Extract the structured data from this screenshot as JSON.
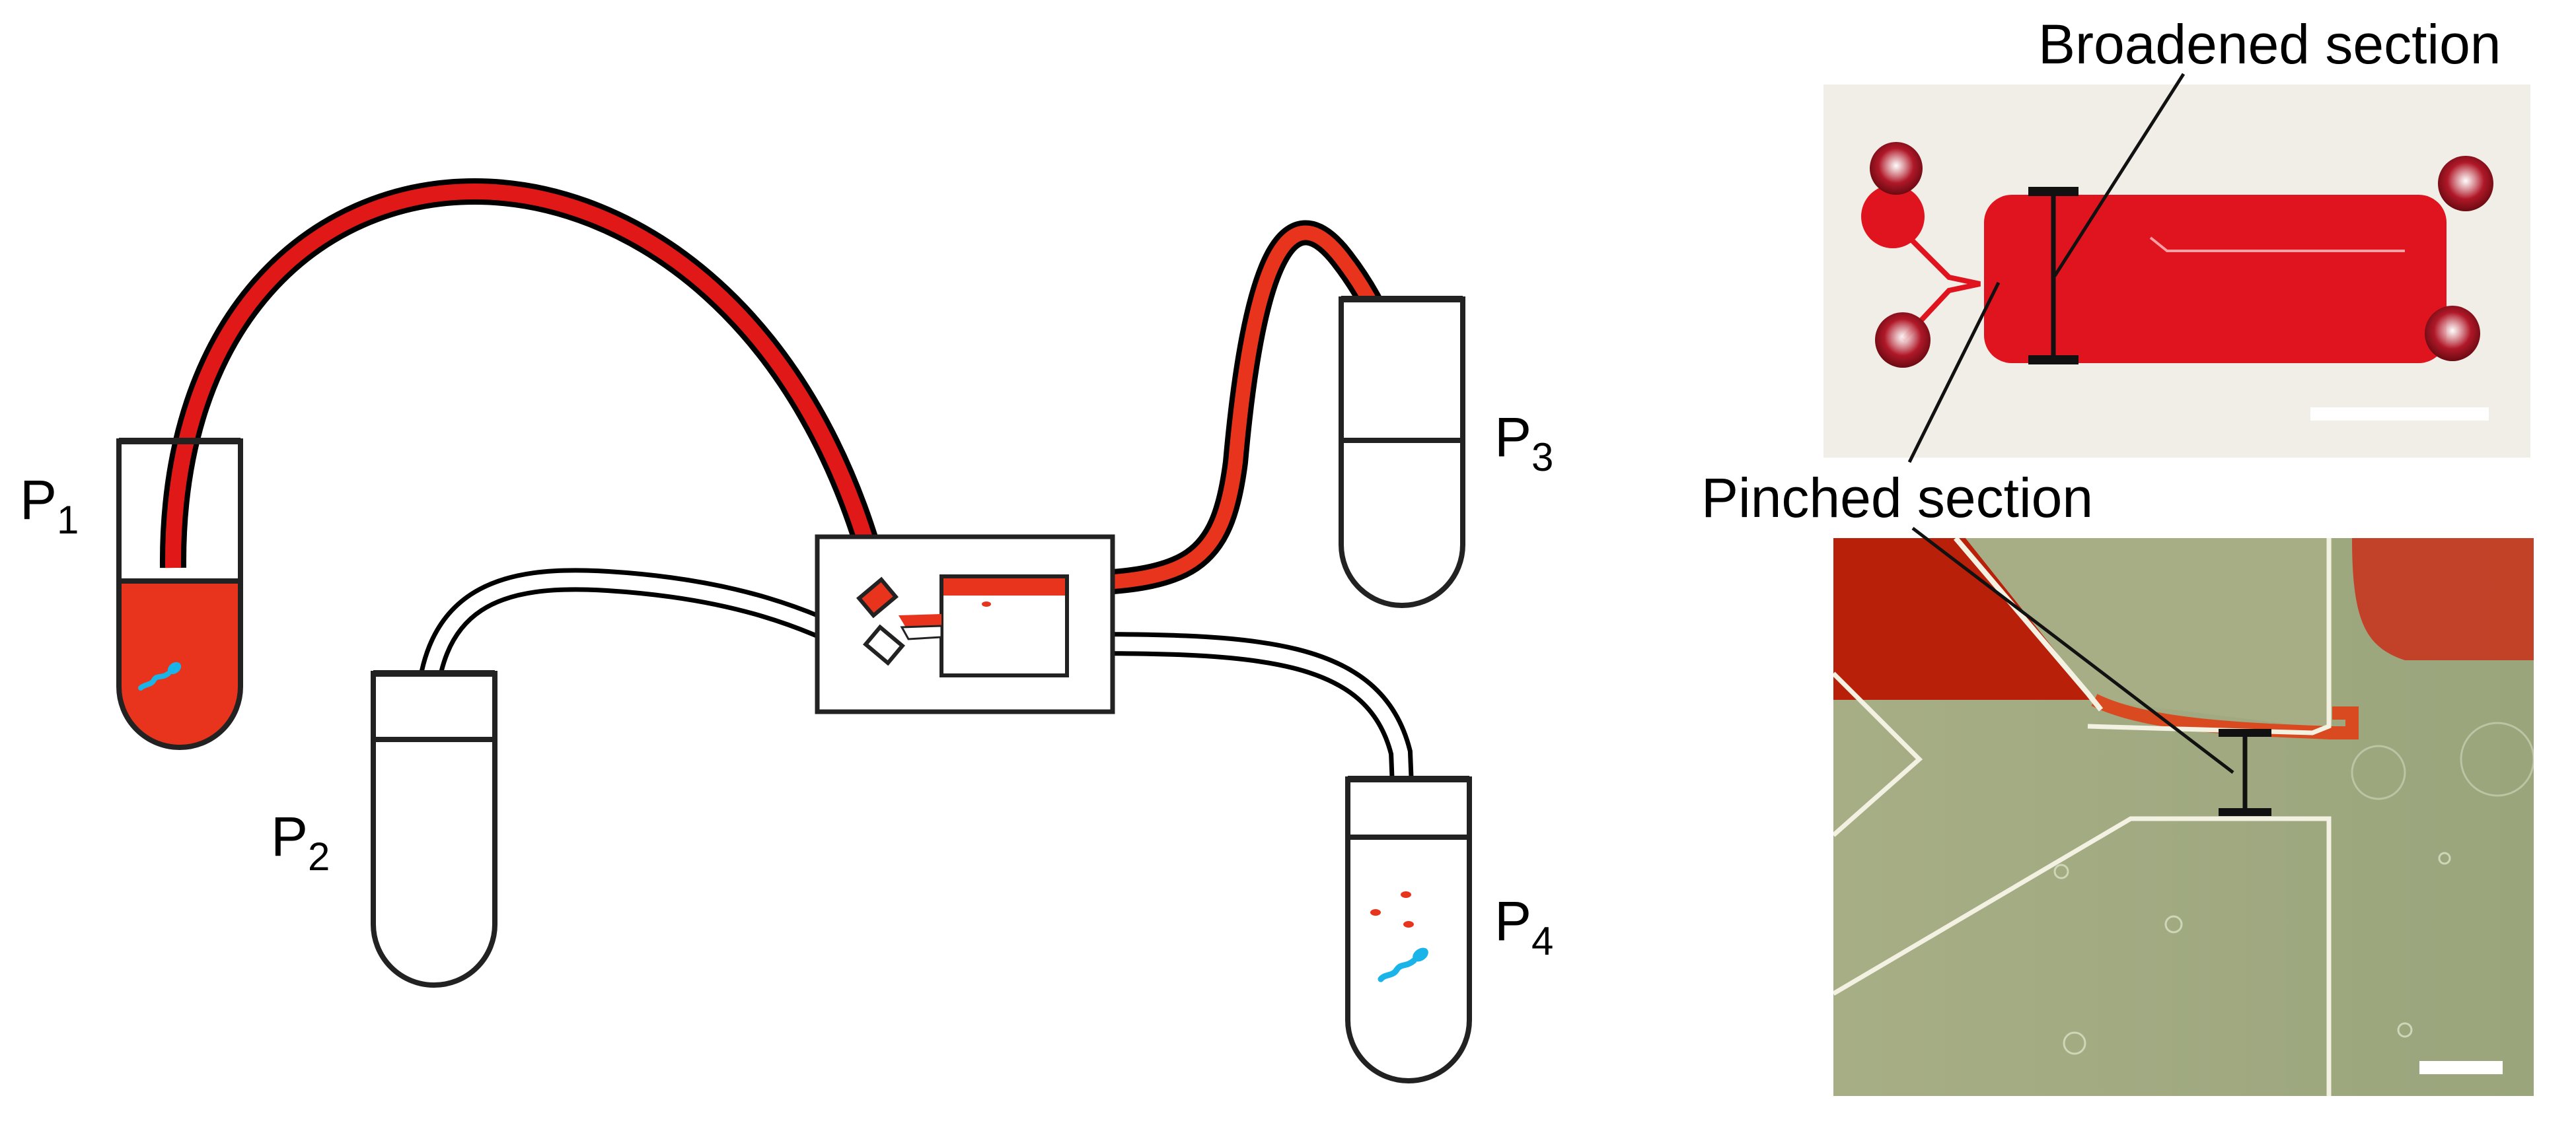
{
  "reservoirs": [
    {
      "id": "p1",
      "letter": "P",
      "sub": "1",
      "fill": "red"
    },
    {
      "id": "p2",
      "letter": "P",
      "sub": "2",
      "fill": "empty"
    },
    {
      "id": "p3",
      "letter": "P",
      "sub": "3",
      "fill": "empty"
    },
    {
      "id": "p4",
      "letter": "P",
      "sub": "4",
      "fill": "cells"
    }
  ],
  "callouts": {
    "broadened": "Broadened section",
    "pinched": "Pinched section"
  },
  "colors": {
    "blood_red": "#e8341c",
    "tube_red": "#e01818",
    "sperm_blue": "#1ab4e8",
    "chip_red": "#e0141e",
    "micro_bg": "#a7ae86",
    "micro_red": "#b8200a",
    "outline": "#222222"
  },
  "icons": [
    "sperm-cell-icon",
    "red-blood-cell-icon",
    "scale-bar"
  ]
}
